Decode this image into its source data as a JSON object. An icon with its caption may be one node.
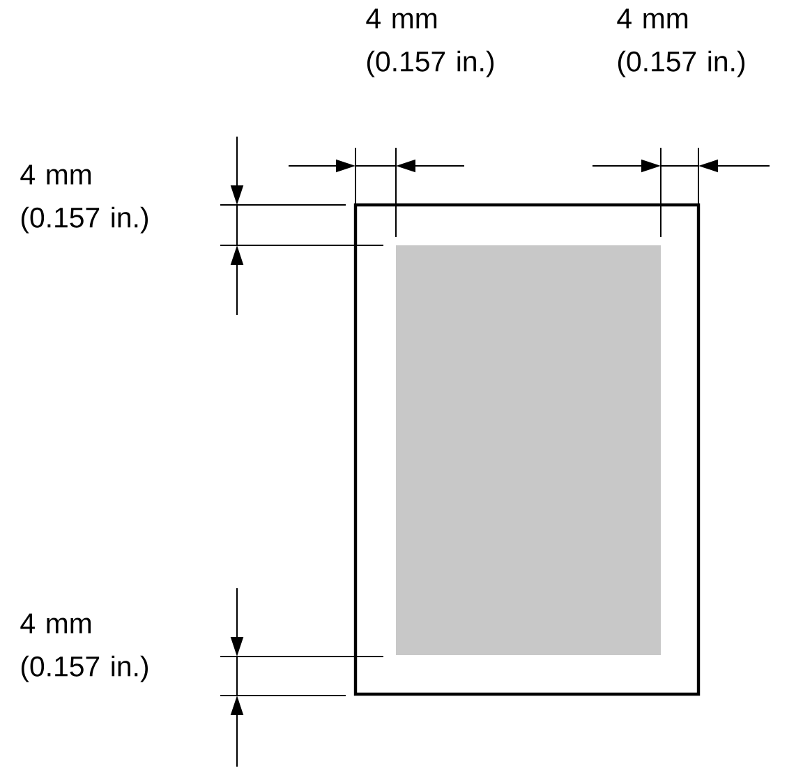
{
  "diagram": {
    "labels": [
      "4 mm (0.157 in.)",
      "4 mm (0.157 in.)",
      "4 mm (0.157 in.)",
      "4 mm (0.157 in.)"
    ]
  }
}
